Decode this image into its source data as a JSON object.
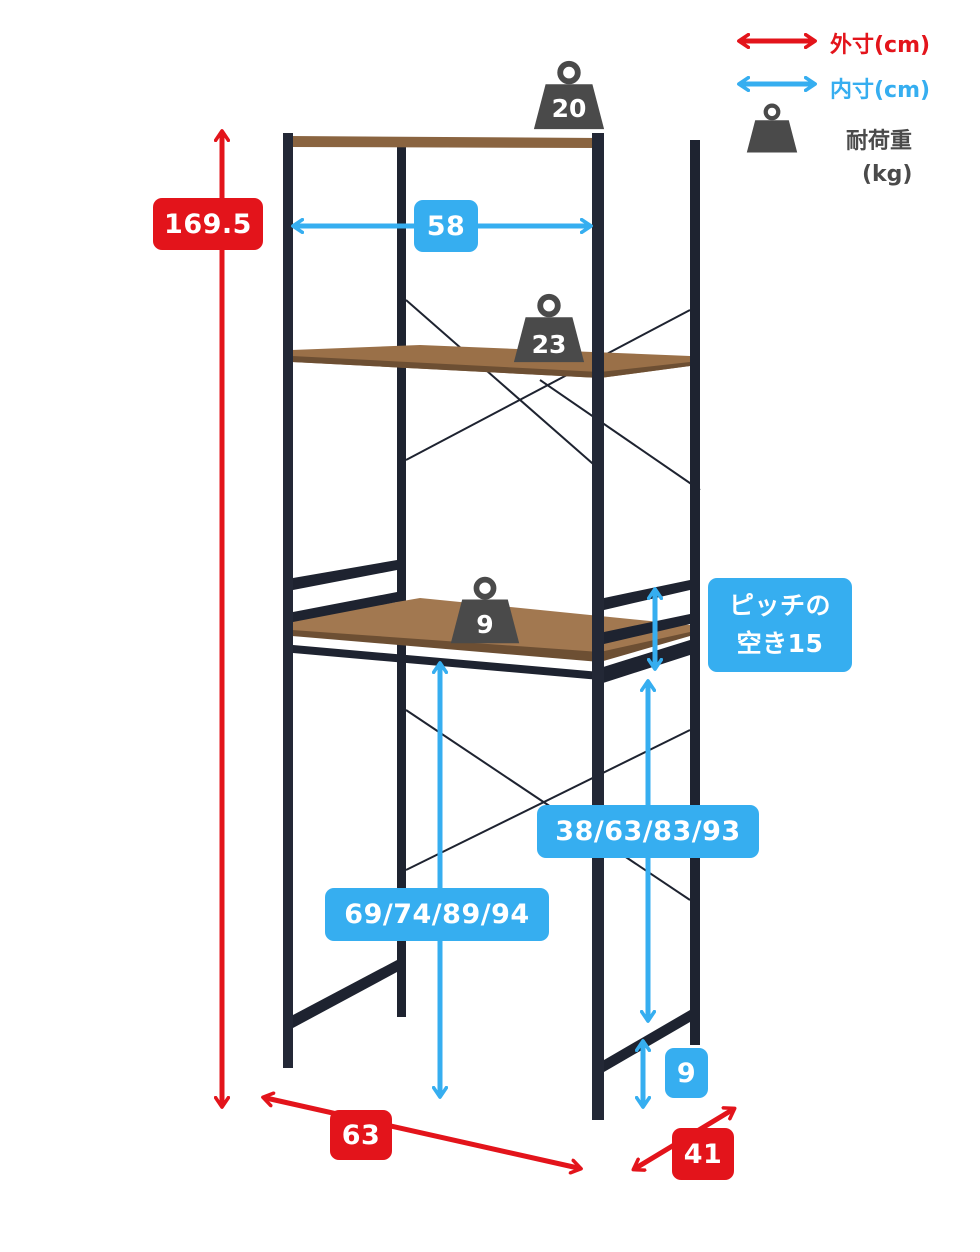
{
  "legend": {
    "outer_label": "外寸(cm)",
    "inner_label": "内寸(cm)",
    "load_label": "耐荷重",
    "load_unit": "(kg)",
    "outer_color": "#e3141b",
    "inner_color": "#36aef0",
    "weight_color": "#4a4a4a"
  },
  "dimensions": {
    "total_height": "169.5",
    "inner_width": "58",
    "pitch_line1": "ピッチの",
    "pitch_line2": "空き15",
    "shelf_clearance_front": "69/74/89/94",
    "shelf_clearance_rear": "38/63/83/93",
    "bottom_clearance": "9",
    "width": "63",
    "depth": "41"
  },
  "loads": {
    "top_shelf": "20",
    "middle_shelf": "23",
    "lower_shelf": "9"
  }
}
